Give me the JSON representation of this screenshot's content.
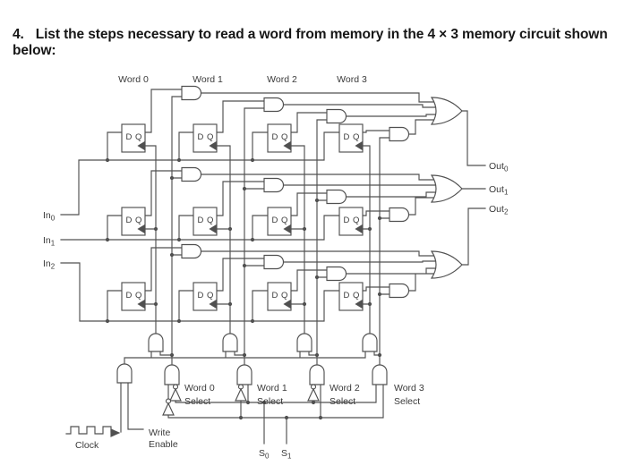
{
  "title": {
    "number": "4.",
    "text": "List the steps necessary to read a word from memory in the 4 × 3 memory circuit shown below:"
  },
  "diagram": {
    "word_headers": [
      "Word 0",
      "Word 1",
      "Word 2",
      "Word 3"
    ],
    "inputs": [
      {
        "base": "In",
        "sub": "0"
      },
      {
        "base": "In",
        "sub": "1"
      },
      {
        "base": "In",
        "sub": "2"
      }
    ],
    "outputs": [
      {
        "base": "Out",
        "sub": "0"
      },
      {
        "base": "Out",
        "sub": "1"
      },
      {
        "base": "Out",
        "sub": "2"
      }
    ],
    "flipflop": {
      "d_label": "D",
      "q_label": "Q"
    },
    "word_selects": [
      {
        "line1": "Word 0",
        "line2": "Select"
      },
      {
        "line1": "Word 1",
        "line2": "Select"
      },
      {
        "line1": "Word 2",
        "line2": "Select"
      },
      {
        "line1": "Word 3",
        "line2": "Select"
      }
    ],
    "clock_label": "Clock",
    "write_enable": {
      "line1": "Write",
      "line2": "Enable"
    },
    "select_inputs": [
      {
        "base": "S",
        "sub": "0"
      },
      {
        "base": "S",
        "sub": "1"
      }
    ],
    "colors": {
      "wire": "#505050",
      "label": "#3a3a3a",
      "title": "#161616"
    }
  }
}
